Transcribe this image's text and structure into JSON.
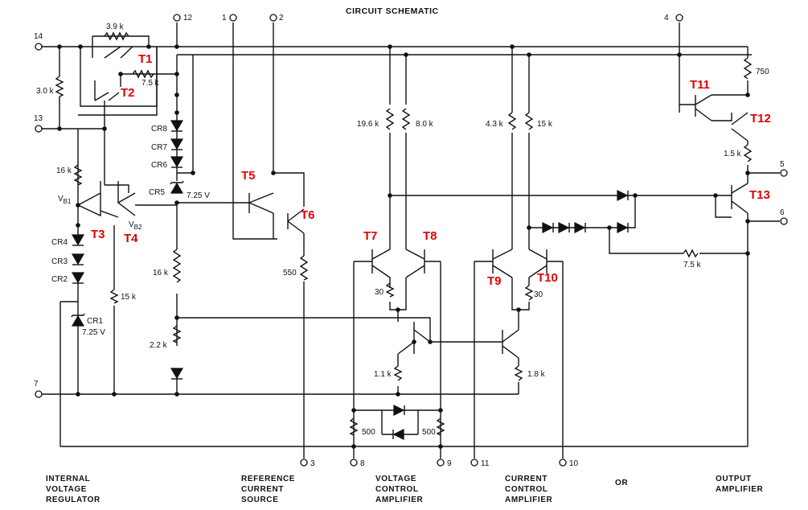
{
  "title": "CIRCUIT SCHEMATIC",
  "pins": [
    "14",
    "13",
    "12",
    "1",
    "2",
    "7",
    "3",
    "8",
    "9",
    "11",
    "10",
    "4",
    "5",
    "6"
  ],
  "transistors": [
    "T1",
    "T2",
    "T3",
    "T4",
    "T5",
    "T6",
    "T7",
    "T8",
    "T9",
    "T10",
    "T11",
    "T12",
    "T13"
  ],
  "components": {
    "r_3_9k": "3.9 k",
    "r_7_5k_top": "7.5 k",
    "r_3_0k": "3.0 k",
    "r_16k_left": "16 k",
    "vb1": "V",
    "vb1_sub": "B1",
    "vb2": "V",
    "vb2_sub": "B2",
    "cr8": "CR8",
    "cr7": "CR7",
    "cr6": "CR6",
    "cr5": "CR5",
    "v_cr5": "7.25 V",
    "cr4": "CR4",
    "cr3": "CR3",
    "cr2": "CR2",
    "cr1": "CR1",
    "v_cr1": "7.25 V",
    "r_15k_left": "15 k",
    "r_16k_mid": "16 k",
    "r_2_2k": "2.2 k",
    "r_550": "550",
    "r_19_6k": "19.6 k",
    "r_8_0k": "8.0 k",
    "r_30_a": "30",
    "r_1_1k": "1.1 k",
    "r_500_a": "500",
    "r_500_b": "500",
    "r_4_3k": "4.3 k",
    "r_15k_right": "15 k",
    "r_30_b": "30",
    "r_1_8k": "1.8 k",
    "r_750": "750",
    "r_1_5k": "1.5 k",
    "r_7_5k_bottom": "7.5 k"
  },
  "sections": {
    "internal_regulator": [
      "INTERNAL",
      "VOLTAGE",
      "REGULATOR"
    ],
    "reference_source": [
      "REFERENCE",
      "CURRENT",
      "SOURCE"
    ],
    "voltage_amp": [
      "VOLTAGE",
      "CONTROL",
      "AMPLIFIER"
    ],
    "current_amp": [
      "CURRENT",
      "CONTROL",
      "AMPLIFIER"
    ],
    "or_label": "OR",
    "output_amp": [
      "OUTPUT",
      "AMPLIFIER"
    ]
  },
  "colors": {
    "transistor_label": "#e00000",
    "ink": "#111111"
  }
}
